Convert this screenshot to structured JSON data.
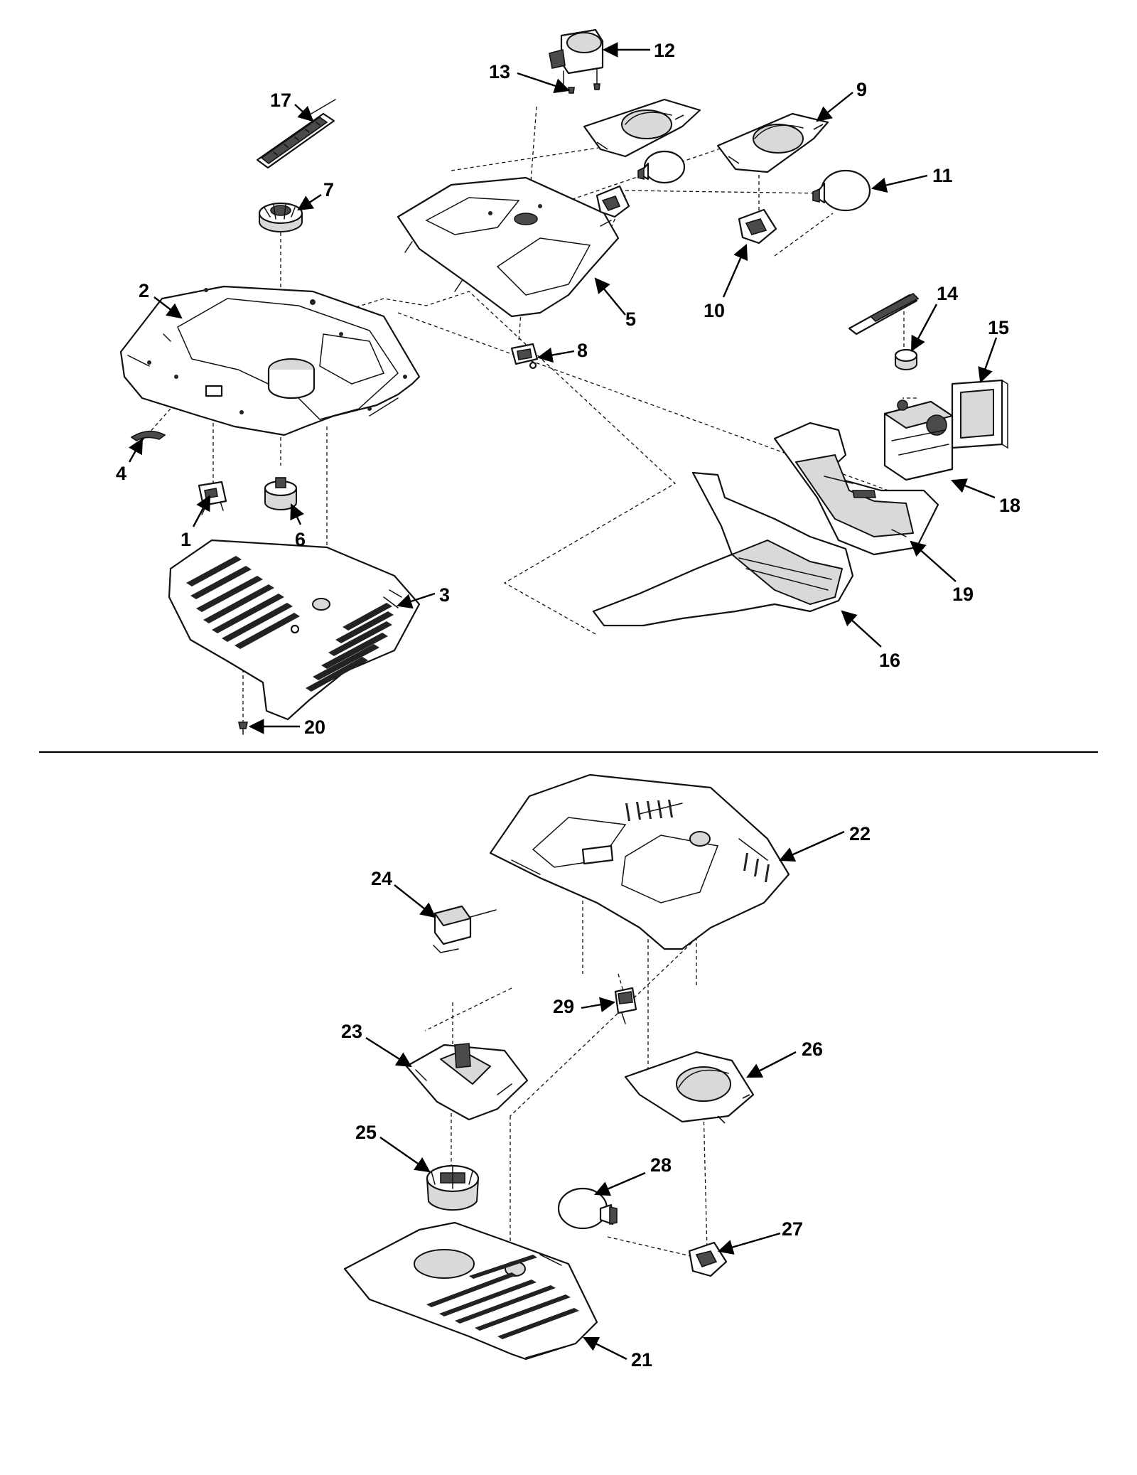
{
  "callouts": [
    {
      "label": "1"
    },
    {
      "label": "2"
    },
    {
      "label": "3"
    },
    {
      "label": "4"
    },
    {
      "label": "5"
    },
    {
      "label": "6"
    },
    {
      "label": "7"
    },
    {
      "label": "8"
    },
    {
      "label": "9"
    },
    {
      "label": "10"
    },
    {
      "label": "11"
    },
    {
      "label": "12"
    },
    {
      "label": "13"
    },
    {
      "label": "14"
    },
    {
      "label": "15"
    },
    {
      "label": "16"
    },
    {
      "label": "17"
    },
    {
      "label": "18"
    },
    {
      "label": "19"
    },
    {
      "label": "20"
    },
    {
      "label": "21"
    },
    {
      "label": "22"
    },
    {
      "label": "23"
    },
    {
      "label": "24"
    },
    {
      "label": "25"
    },
    {
      "label": "26"
    },
    {
      "label": "27"
    },
    {
      "label": "28"
    },
    {
      "label": "29"
    }
  ],
  "colors": {
    "line": "#111111",
    "fill": "#ffffff",
    "shade": "#d9d9d9",
    "background": "#ffffff"
  }
}
